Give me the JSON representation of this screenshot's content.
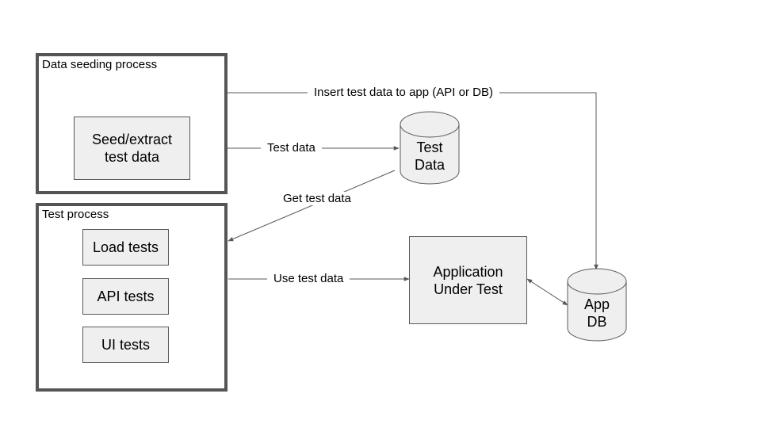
{
  "groups": {
    "seeding": {
      "title": "Data seeding process"
    },
    "testing": {
      "title": "Test process"
    }
  },
  "nodes": {
    "seed_extract": "Seed/extract\ntest data",
    "load_tests": "Load tests",
    "api_tests": "API tests",
    "ui_tests": "UI tests",
    "app_under_test": "Application\nUnder Test",
    "test_data_store": "Test\nData",
    "app_db": "App\nDB"
  },
  "edges": {
    "insert": "Insert test data to app (API or DB)",
    "test_data": "Test data",
    "get_test_data": "Get test data",
    "use_test_data": "Use test data"
  },
  "colors": {
    "container_border": "#555555",
    "box_fill": "#efefef",
    "box_border": "#595959",
    "edge": "#595959"
  }
}
